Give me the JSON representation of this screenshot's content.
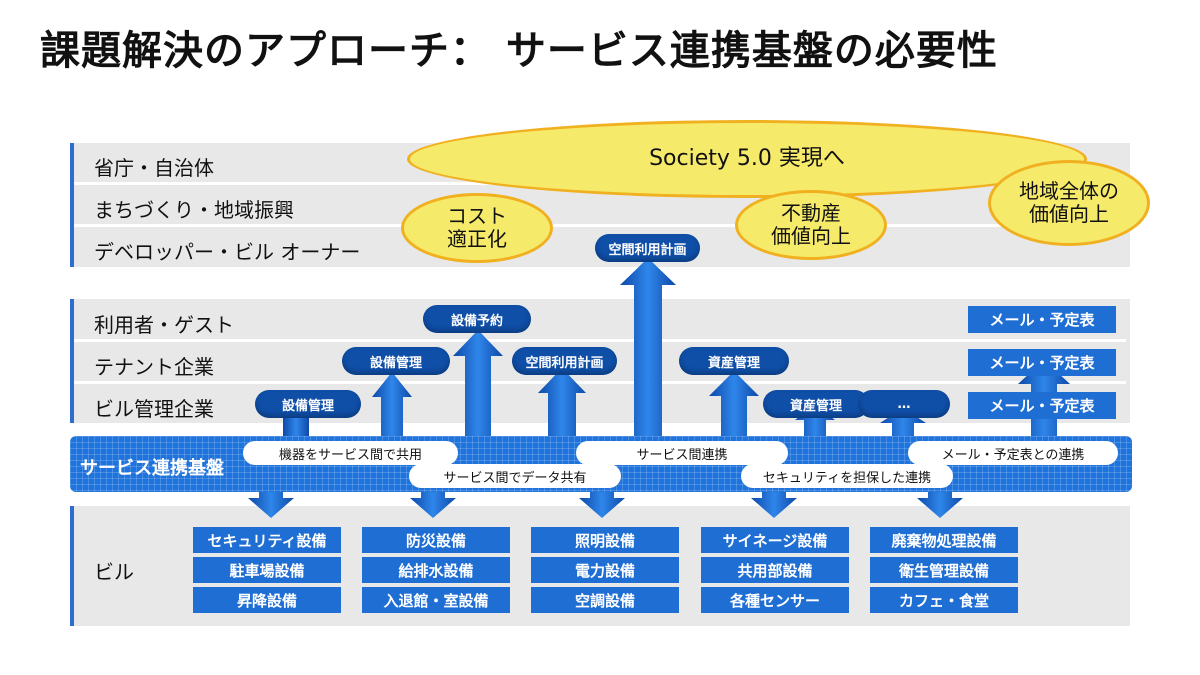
{
  "title": "課題解決のアプローチ： サービス連携基盤の必要性",
  "top_rows": [
    "省庁・自治体",
    "まちづくり・地域振興",
    "デベロッパー・ビル オーナー"
  ],
  "mid_rows": [
    "利用者・ゲスト",
    "テナント企業",
    "ビル管理企業"
  ],
  "ovals": {
    "society": "Society 5.0 実現へ",
    "cost": "コスト\n適正化",
    "realestate": "不動産\n価値向上",
    "region": "地域全体の\n価値向上"
  },
  "pills": {
    "space_top": "空間利用計画",
    "reserve": "設備予約",
    "equip_mgmt_a": "設備管理",
    "space_mid": "空間利用計画",
    "asset_a": "資産管理",
    "equip_mgmt_b": "設備管理",
    "asset_b": "資産管理",
    "ellipsis": "…"
  },
  "mail_buttons": [
    "メール・予定表",
    "メール・予定表",
    "メール・予定表"
  ],
  "platform": {
    "label": "サービス連携基盤",
    "tags": {
      "share_equipment": "機器をサービス間で共用",
      "service_link": "サービス間連携",
      "mail_link": "メール・予定表との連携",
      "data_share": "サービス間でデータ共有",
      "security": "セキュリティを担保した連携"
    }
  },
  "building": {
    "label": "ビル",
    "columns": [
      [
        "セキュリティ設備",
        "駐車場設備",
        "昇降設備"
      ],
      [
        "防災設備",
        "給排水設備",
        "入退館・室設備"
      ],
      [
        "照明設備",
        "電力設備",
        "空調設備"
      ],
      [
        "サイネージ設備",
        "共用部設備",
        "各種センサー"
      ],
      [
        "廃棄物処理設備",
        "衛生管理設備",
        "カフェ・食堂"
      ]
    ]
  },
  "colors": {
    "accent_blue": "#1f6ed4",
    "dark_blue": "#0f4fa8",
    "oval_fill": "#f6ea6a",
    "oval_border": "#f0b020",
    "band_gray": "#e8e8e8"
  }
}
